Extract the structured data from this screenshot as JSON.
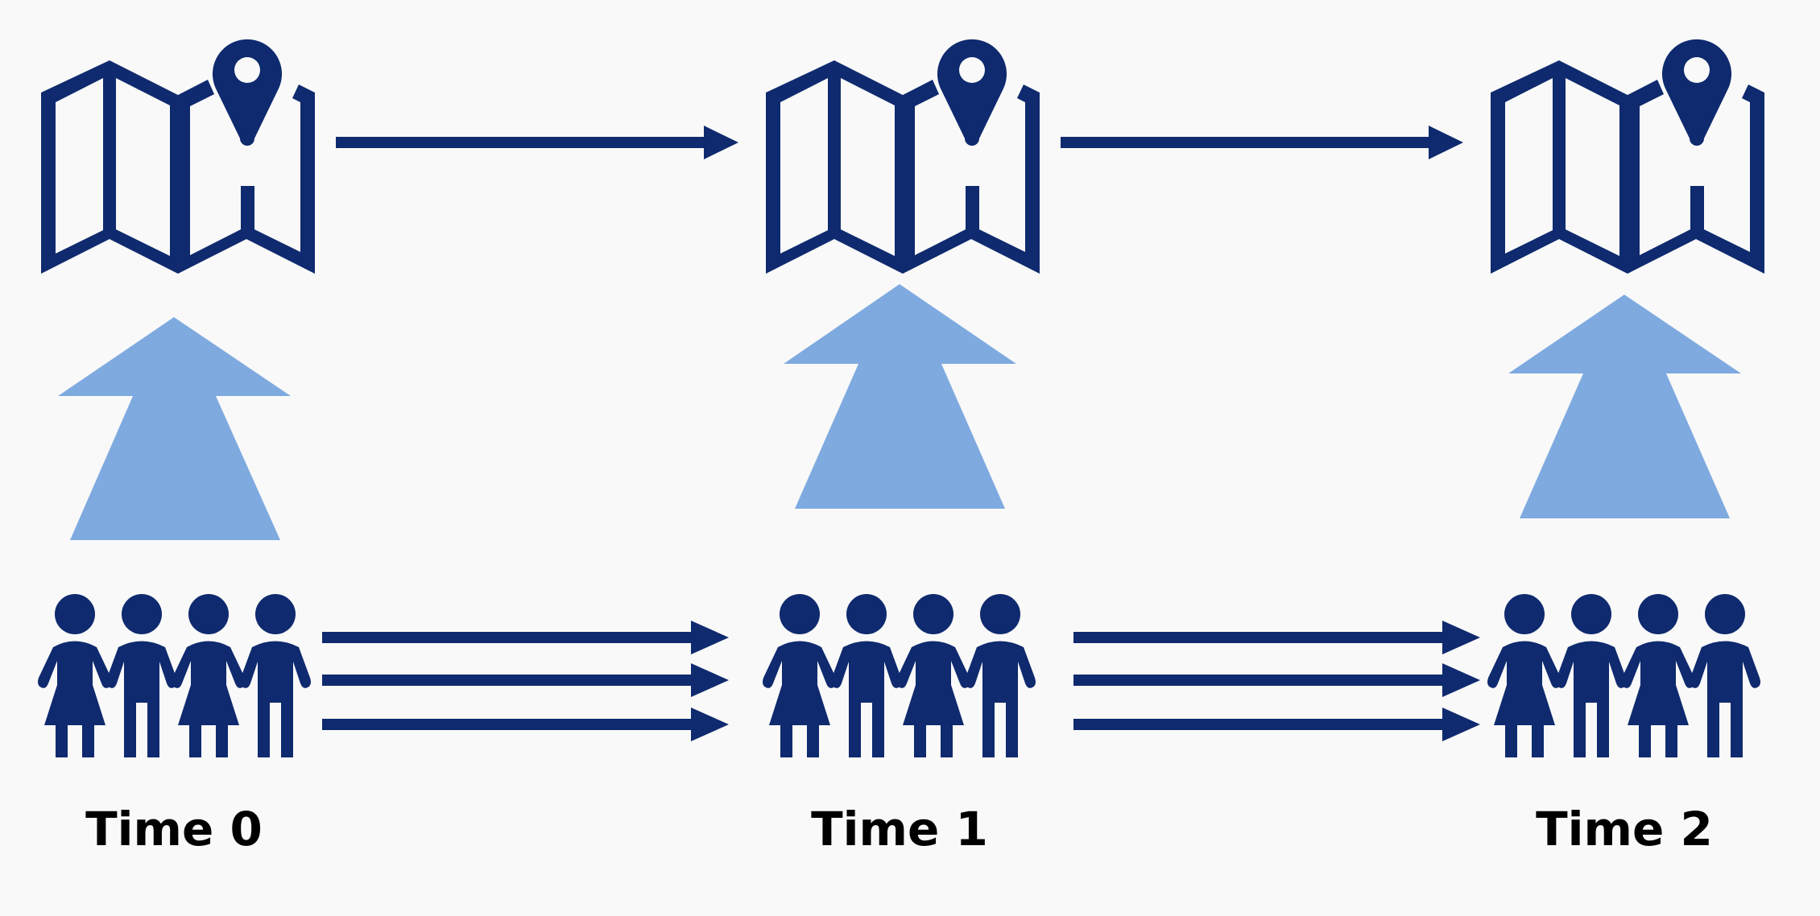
{
  "colors": {
    "background": "#f9f9f9",
    "icon": "#0f2a6e",
    "up_arrow": "#7eaae0",
    "label": "#000000"
  },
  "icons": {
    "map": "map-with-location-pin-icon",
    "people": "group-of-people-icon",
    "flow_arrow": "arrow-right-icon",
    "update_arrow": "arrow-up-icon"
  },
  "stages": [
    {
      "label": "Time 0"
    },
    {
      "label": "Time 1"
    },
    {
      "label": "Time 2"
    }
  ]
}
